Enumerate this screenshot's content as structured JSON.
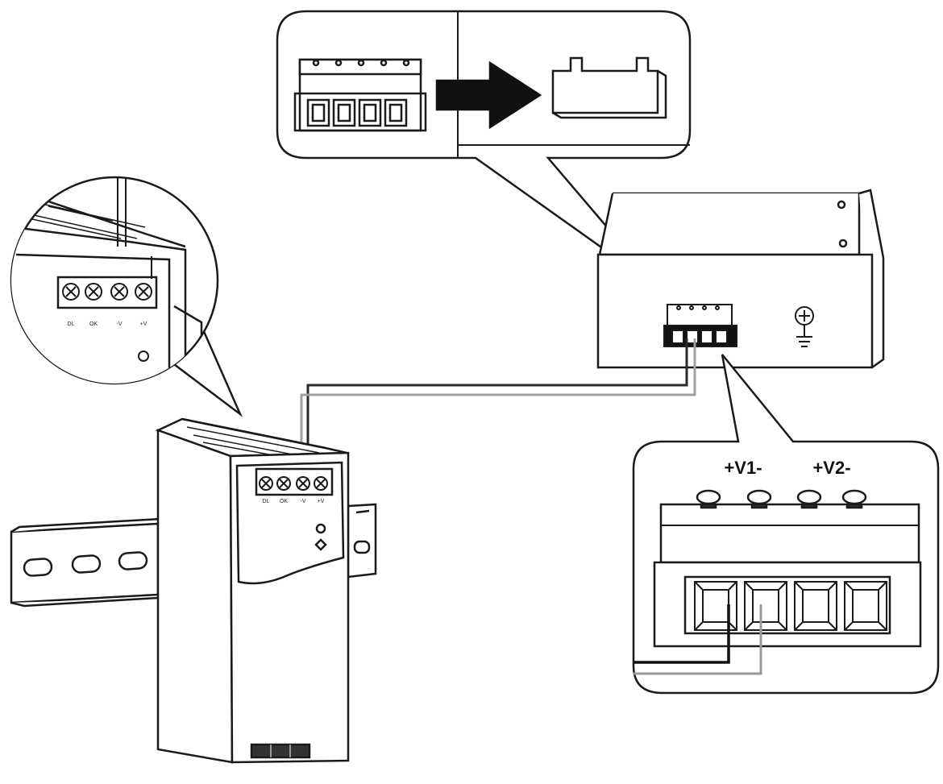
{
  "power_supply": {
    "terminal_labels": [
      "DL",
      "OK",
      "-V",
      "+V"
    ],
    "zoom_terminal_labels": [
      "DL",
      "OK",
      "-V",
      "+V"
    ]
  },
  "terminal_block": {
    "channel_labels": [
      "+V1-",
      "+V2-"
    ]
  },
  "colors": {
    "stroke": "#1a1a1a",
    "wire_dark": "#2a2a2a",
    "wire_light": "#9a9a9a",
    "arrow": "#111111",
    "background": "#ffffff"
  },
  "icons": [
    "ground-symbol-icon",
    "screw-terminal-icon",
    "led-indicator-icon",
    "insert-arrow-icon"
  ]
}
